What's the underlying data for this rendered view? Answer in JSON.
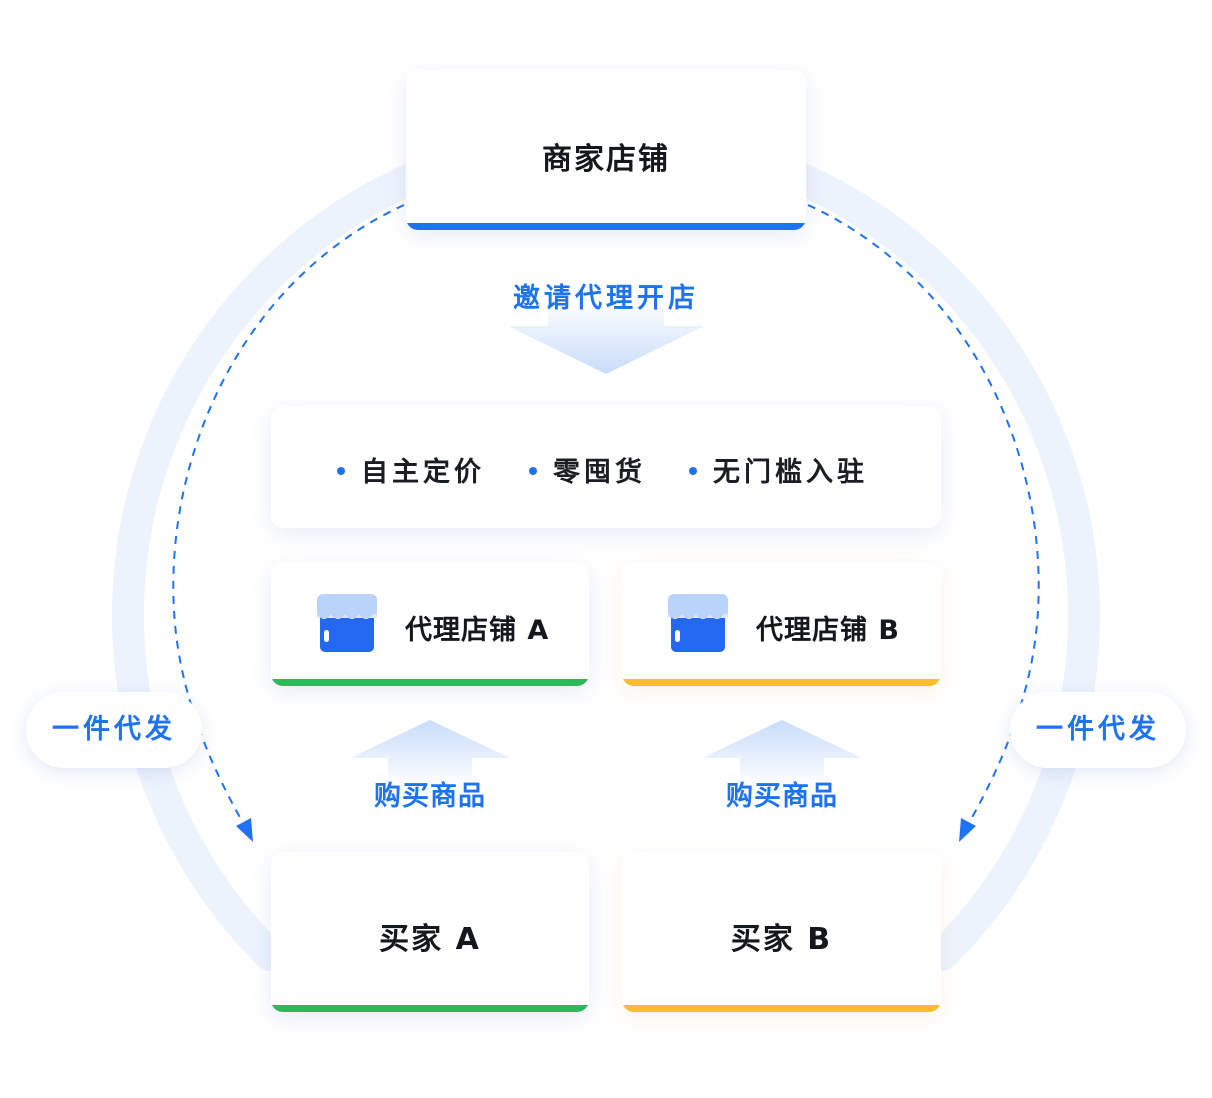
{
  "merchant": {
    "title": "商家店铺"
  },
  "invite_label": "邀请代理开店",
  "features": [
    "自主定价",
    "零囤货",
    "无门槛入驻"
  ],
  "agents": [
    {
      "name": "代理店铺 A"
    },
    {
      "name": "代理店铺 B"
    }
  ],
  "buy_label": "购买商品",
  "dropship_label": "一件代发",
  "buyers": [
    {
      "name": "买家 A"
    },
    {
      "name": "买家 B"
    }
  ],
  "colors": {
    "accent_blue": "#1f73f2",
    "green": "#2db85a",
    "yellow": "#fbbd2a",
    "ring": "#e9f1fd"
  }
}
